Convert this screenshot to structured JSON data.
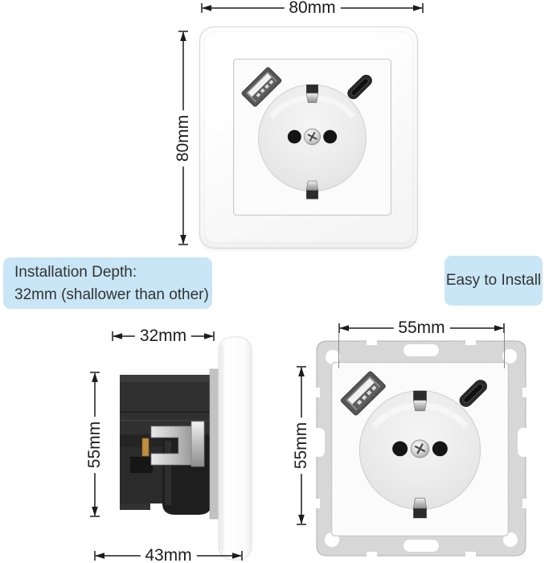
{
  "dimensions": {
    "front_width": "80mm",
    "front_height": "80mm",
    "side_depth": "32mm",
    "side_height": "55mm",
    "side_total_depth": "43mm",
    "insert_width": "55mm",
    "insert_height": "55mm"
  },
  "callouts": {
    "installation_depth_line1": "Installation Depth:",
    "installation_depth_line2": "32mm (shallower than other)",
    "easy_to_install": "Easy to Install"
  },
  "colors": {
    "callout_bg": "#c9e6f6",
    "dim_line": "#1c1c1c",
    "text": "#333333",
    "metal_frame": "#dadada",
    "housing_dark": "#2b2b2b"
  },
  "icons": {
    "usb_a": "usb-a-port",
    "usb_c": "usb-c-port",
    "ground_clip": "ground-clip",
    "screw": "center-screw",
    "arrows": "dimension-arrow"
  }
}
